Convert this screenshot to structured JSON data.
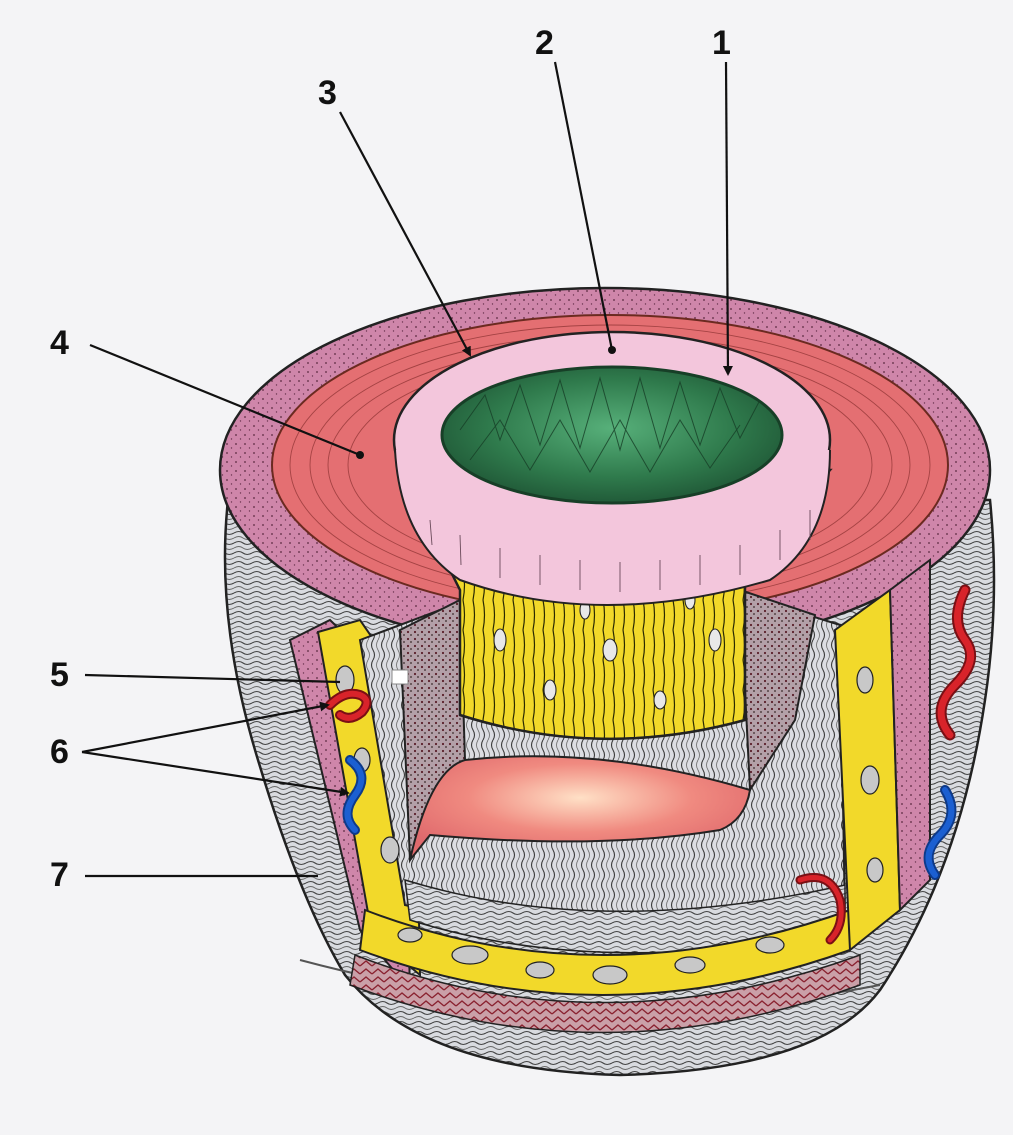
{
  "labels": [
    {
      "id": "1",
      "text": "1"
    },
    {
      "id": "2",
      "text": "2"
    },
    {
      "id": "3",
      "text": "3"
    },
    {
      "id": "4",
      "text": "4"
    },
    {
      "id": "5",
      "text": "5"
    },
    {
      "id": "6",
      "text": "6"
    },
    {
      "id": "7",
      "text": "7"
    }
  ],
  "colors": {
    "background": "#f4f4f6",
    "epithelium": "#2f7a4c",
    "epithelium_dark": "#173f27",
    "lamina_propria": "#f3c6dc",
    "muscularis_mucosae": "#f2d92a",
    "submucosa": "#e46f72",
    "muscularis_externa": "#d8dadf",
    "serosa": "#cf86aa",
    "fibers_dark": "#3a3a3a",
    "artery": "#d8232a",
    "vein": "#1b5fd1"
  }
}
